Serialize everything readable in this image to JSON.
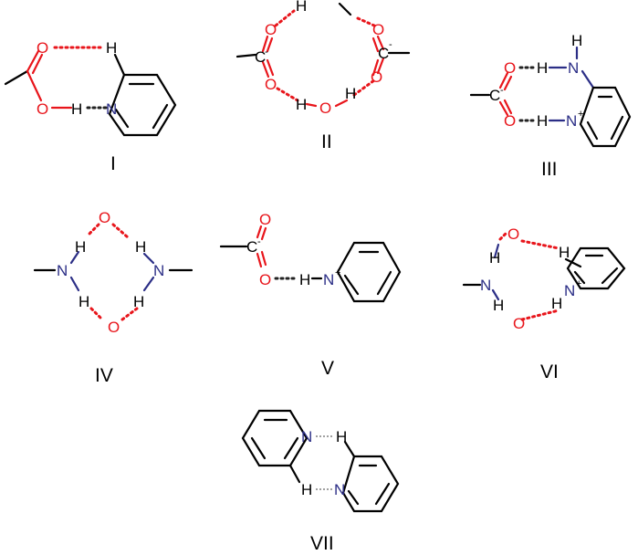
{
  "atoms": {
    "oxygen": "O",
    "nitrogen": "N",
    "hydrogen": "H",
    "carbon": "C",
    "plus": "+",
    "minus": "-"
  },
  "labels": {
    "I": "I",
    "II": "II",
    "III": "III",
    "IV": "IV",
    "V": "V",
    "VI": "VI",
    "VII": "VII"
  },
  "colors": {
    "oxygen": "#e8151b",
    "nitrogen": "#2b2e86",
    "bond": "#000000",
    "hbond_weak": "#666666"
  }
}
